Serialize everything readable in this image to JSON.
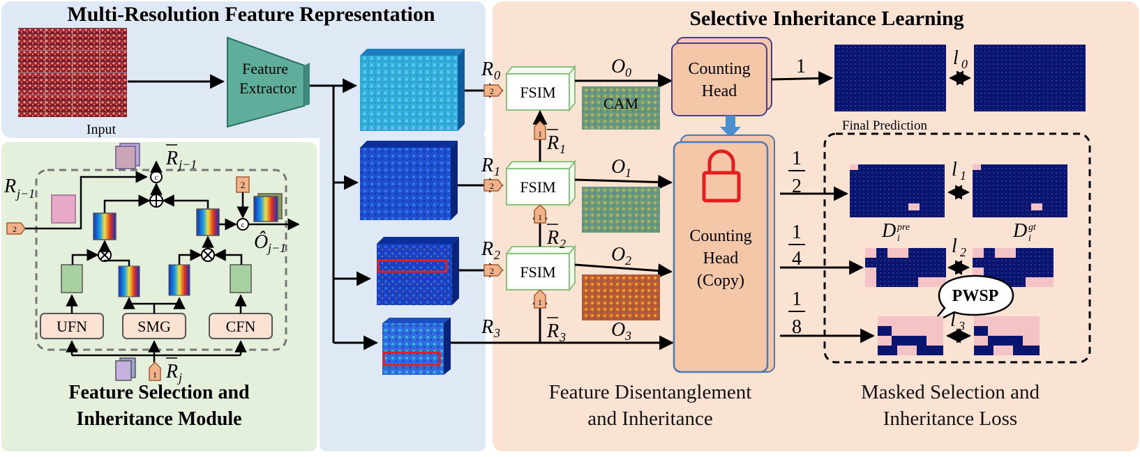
{
  "panels": {
    "multires_title": "Multi-Resolution Feature Representation",
    "selective_title": "Selective Inheritance Learning",
    "fsim_title_line1": "Feature Selection and",
    "fsim_title_line2": "Inheritance Module",
    "fdi_line1": "Feature Disentanglement",
    "fdi_line2": "and Inheritance",
    "msil_line1": "Masked Selection and",
    "msil_line2": "Inheritance Loss"
  },
  "input_label": "Input",
  "extractor": {
    "line1": "Feature",
    "line2": "Extractor"
  },
  "features": [
    {
      "sym": "R",
      "sub": "0"
    },
    {
      "sym": "R",
      "sub": "1"
    },
    {
      "sym": "R",
      "sub": "2"
    },
    {
      "sym": "R",
      "sub": "3"
    }
  ],
  "rbar": [
    {
      "sym": "R",
      "sub": "1"
    },
    {
      "sym": "R",
      "sub": "2"
    },
    {
      "sym": "R",
      "sub": "3"
    }
  ],
  "outputs": [
    {
      "sym": "O",
      "sub": "0"
    },
    {
      "sym": "O",
      "sub": "1"
    },
    {
      "sym": "O",
      "sub": "2"
    },
    {
      "sym": "O",
      "sub": "3"
    }
  ],
  "fsim_label": "FSIM",
  "cam_label": "CAM",
  "counting_head": {
    "line1": "Counting",
    "line2": "Head"
  },
  "counting_head_copy": {
    "line1": "Counting",
    "line2": "Head",
    "line3": "(Copy)"
  },
  "scales": {
    "s0": "1",
    "s1": {
      "num": "1",
      "den": "2"
    },
    "s2": {
      "num": "1",
      "den": "4"
    },
    "s3": {
      "num": "1",
      "den": "8"
    }
  },
  "losses": [
    {
      "sym": "l",
      "sub": "0"
    },
    {
      "sym": "l",
      "sub": "1"
    },
    {
      "sym": "l",
      "sub": "2"
    },
    {
      "sym": "l",
      "sub": "3"
    }
  ],
  "final_prediction": "Final Prediction",
  "d_pre": {
    "sym": "D",
    "sub": "i",
    "sup": "pre"
  },
  "d_gt": {
    "sym": "D",
    "sub": "i",
    "sup": "gt"
  },
  "pwsp": "PWSP",
  "module": {
    "ufn": "UFN",
    "smg": "SMG",
    "cfn": "CFN",
    "rj1": {
      "sym": "R",
      "sub": "j−1"
    },
    "rbar_j1": {
      "sym": "R",
      "sub": "j−1"
    },
    "rbar_j": {
      "sym": "R",
      "sub": "j"
    },
    "ohat": {
      "sym": "Ô",
      "sub": "j−1"
    },
    "concat": "c",
    "badge1": "1",
    "badge2": "2"
  },
  "colors": {
    "blue_panel": "#dfe9f5",
    "green_panel": "#e4efdc",
    "orange_panel": "#fbe3d4",
    "head_fill": "#f5c7a9",
    "fsim_border": "#8ac27a",
    "extractor": "#5fae9c",
    "badge": "#f2b38a",
    "mask_pink": "#f4c3c6",
    "heat_dark": "#0a1570"
  }
}
